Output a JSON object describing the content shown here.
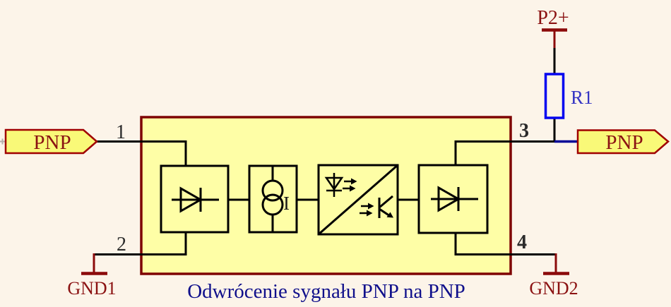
{
  "colors": {
    "background": "#FCF4E9",
    "module_fill": "#FEFEA6",
    "module_border": "#7E0404",
    "flag_fill": "#F9F978",
    "flag_border": "#A00000",
    "dark_red_text": "#8B1212",
    "symbol_dark_red": "#8B0A0A",
    "wire_black": "#000000",
    "wire_blue": "#000096",
    "resistor_blue": "#0505F0",
    "ref_blue": "#3535C3",
    "caption_blue": "#10108B"
  },
  "flags": {
    "input": {
      "label": "PNP"
    },
    "output": {
      "label": "PNP"
    }
  },
  "module": {
    "pins": {
      "p1": "1",
      "p2": "2",
      "p3": "3",
      "p4": "4"
    },
    "current_source_label": "I"
  },
  "power": {
    "supply_label": "P2+",
    "resistor_label": "R1"
  },
  "grounds": {
    "gnd1": "GND1",
    "gnd2": "GND2"
  },
  "caption": "Odwrócenie sygnału PNP na PNP"
}
